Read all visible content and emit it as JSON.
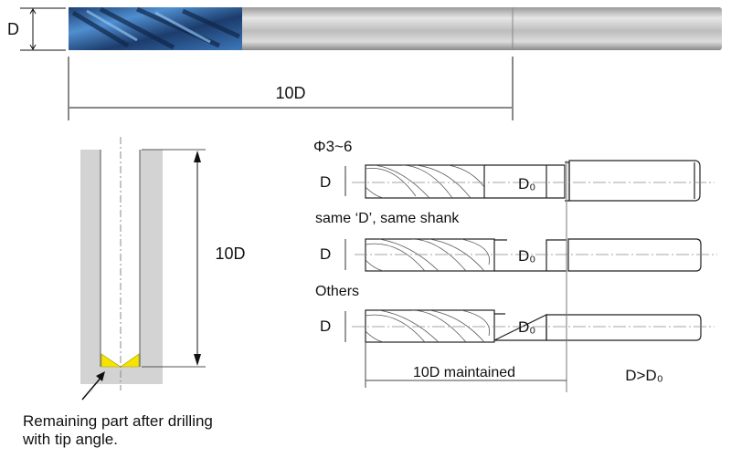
{
  "top_tool": {
    "d_label": "D",
    "length_label": "10D"
  },
  "hole_diagram": {
    "depth_label": "10D",
    "caption_line1": "Remaining part after drilling",
    "caption_line2": "with tip angle."
  },
  "shank_diagram": {
    "diameter_range": "Φ3~6",
    "rows": [
      {
        "heading": "",
        "d_label": "D",
        "d0_label": "D₀"
      },
      {
        "heading": "same ‘D’, same shank",
        "d_label": "D",
        "d0_label": "D₀"
      },
      {
        "heading": "Others",
        "d_label": "D",
        "d0_label": "D₀"
      }
    ],
    "maintained_label": "10D maintained",
    "relation_label": "D>D₀"
  },
  "colors": {
    "coating_blue": "#2b5f9e",
    "shank_gray": "#c8c8c8",
    "material_gray": "#d3d3d3",
    "remaining_yellow": "#f5e400"
  }
}
